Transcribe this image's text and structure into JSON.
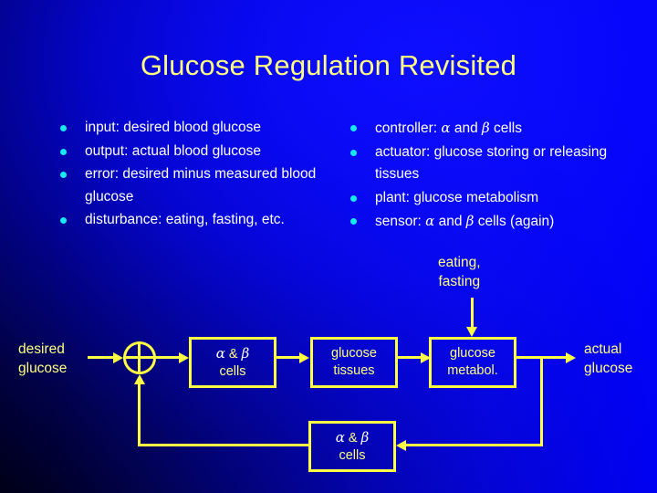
{
  "slide": {
    "title": "Glucose Regulation Revisited",
    "colors": {
      "title_text": "#ffff80",
      "body_text": "#ffffff",
      "bullet_marker": "#18e8f0",
      "diagram_stroke": "#ffff44",
      "diagram_label": "#ffff80",
      "background_blue": "#0000f0",
      "background_dark": "#000000"
    }
  },
  "bullets_left": [
    {
      "text": "input:  desired blood glucose"
    },
    {
      "text": "output:  actual blood glucose"
    },
    {
      "text": "error:  desired minus measured blood glucose"
    },
    {
      "text": "disturbance:  eating, fasting, etc."
    }
  ],
  "bullets_right": [
    {
      "pre": "controller:  ",
      "g1": "α",
      "mid": " and ",
      "g2": "β",
      "post": " cells"
    },
    {
      "pre": "actuator:  glucose storing or releasing tissues",
      "g1": "",
      "mid": "",
      "g2": "",
      "post": ""
    },
    {
      "pre": "plant:  glucose metabolism",
      "g1": "",
      "mid": "",
      "g2": "",
      "post": ""
    },
    {
      "pre": "sensor:  ",
      "g1": "α",
      "mid": " and ",
      "g2": "β",
      "post": " cells (again)"
    }
  ],
  "diagram": {
    "input_label_line1": "desired",
    "input_label_line2": "glucose",
    "output_label_line1": "actual",
    "output_label_line2": "glucose",
    "disturbance_line1": "eating,",
    "disturbance_line2": "fasting",
    "summing_junction": "summing-junction",
    "blocks": [
      {
        "id": "controller",
        "line1_g1": "α",
        "line1_amp": " & ",
        "line1_g2": "β",
        "line2": "cells"
      },
      {
        "id": "actuator",
        "line1": "glucose",
        "line2": "tissues"
      },
      {
        "id": "plant",
        "line1": "glucose",
        "line2": "metabol."
      },
      {
        "id": "sensor",
        "line1_g1": "α",
        "line1_amp": " & ",
        "line1_g2": "β",
        "line2": "cells"
      }
    ]
  }
}
